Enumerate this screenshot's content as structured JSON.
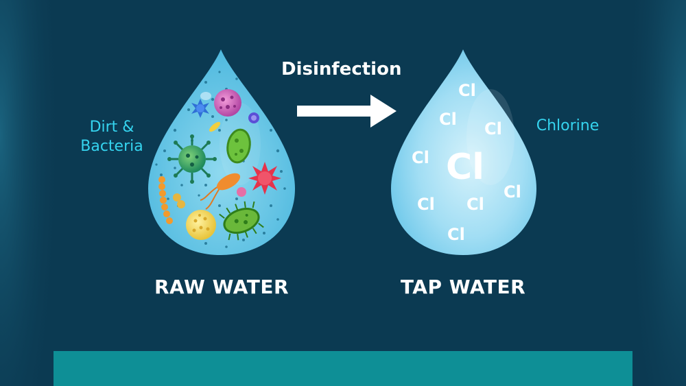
{
  "process_label": "Disinfection",
  "raw": {
    "caption": "RAW WATER",
    "side_label_line1": "Dirt &",
    "side_label_line2": "Bacteria"
  },
  "tap": {
    "caption": "TAP WATER",
    "side_label": "Chlorine",
    "symbol": "Cl"
  },
  "colors": {
    "background": "#0b3a52",
    "accent_text": "#35d4ef",
    "bottom_bar": "#0e8f96",
    "drop_water": "#5bc2e3",
    "drop_clean": "#8fd6f2"
  }
}
